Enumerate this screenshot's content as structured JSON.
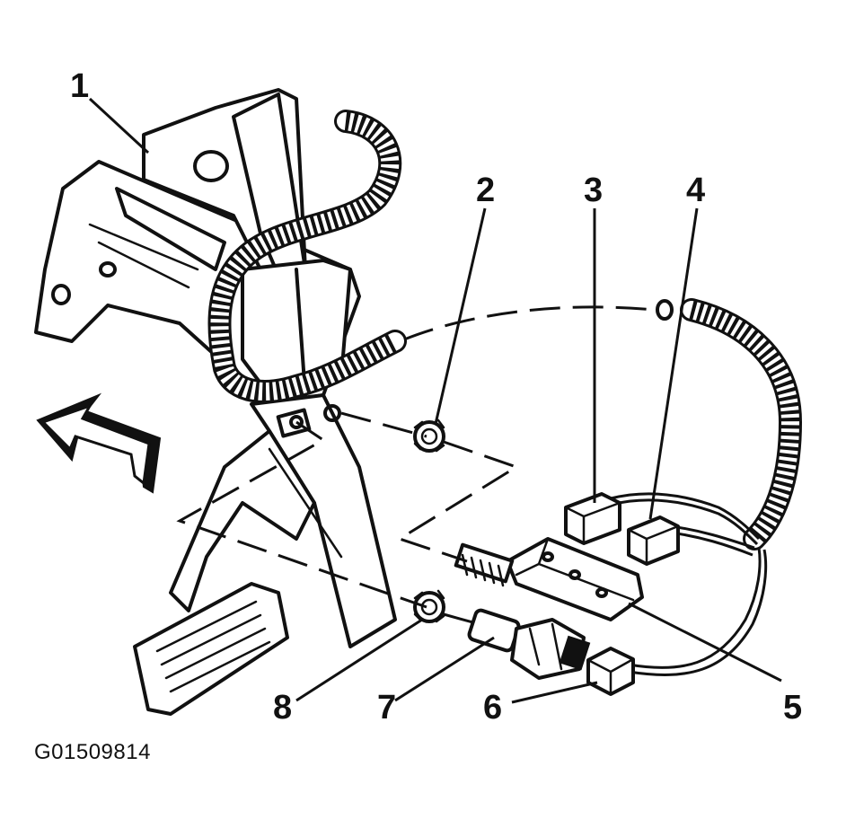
{
  "figure_id": "G01509814",
  "callouts": {
    "c1": "1",
    "c2": "2",
    "c3": "3",
    "c4": "4",
    "c5": "5",
    "c6": "6",
    "c7": "7",
    "c8": "8"
  }
}
